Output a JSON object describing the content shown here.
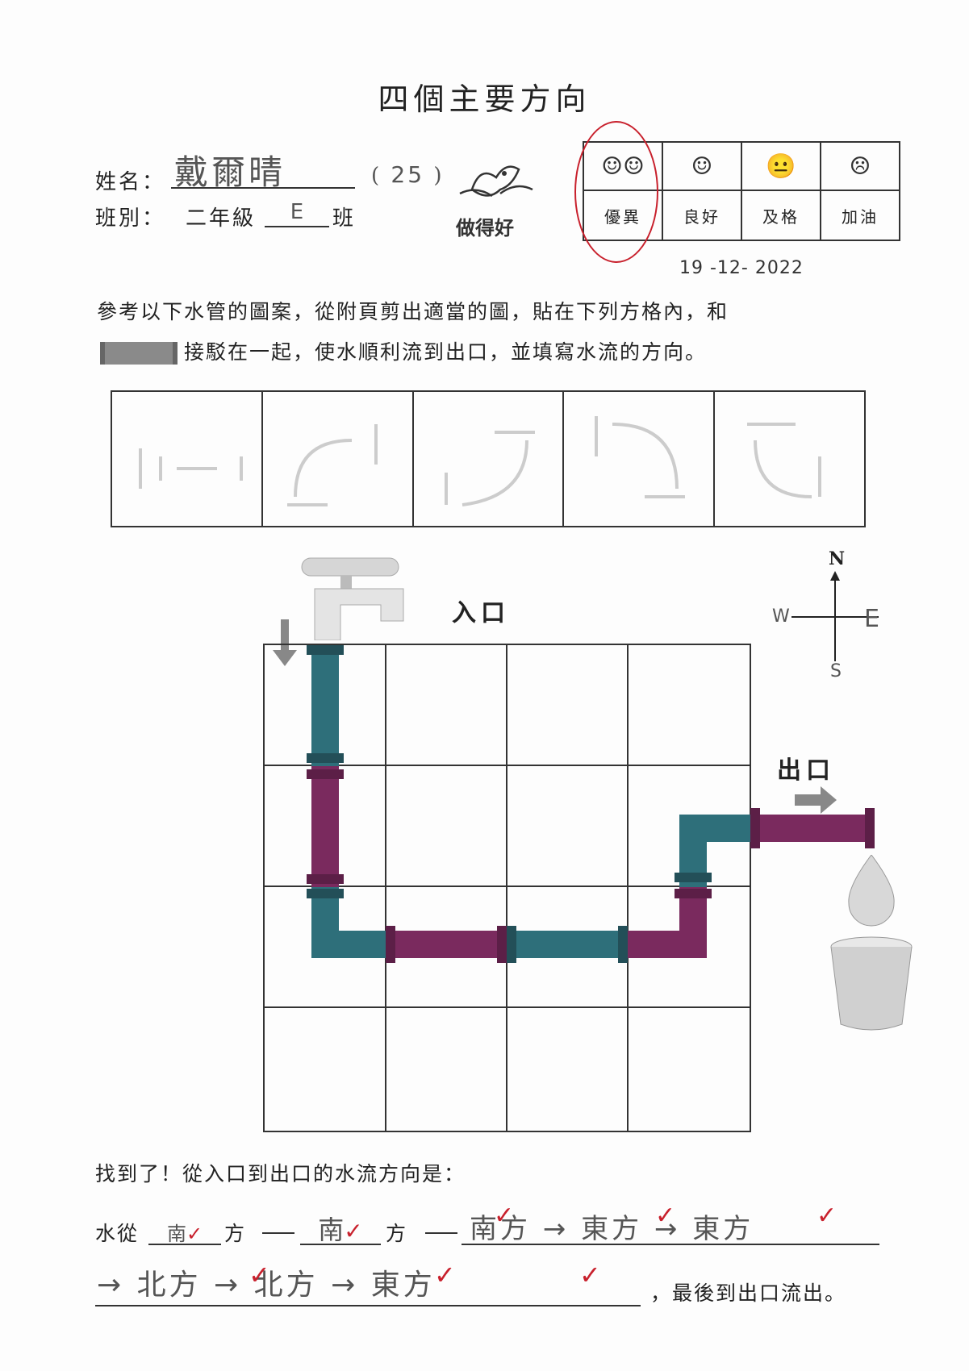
{
  "title": "四個主要方向",
  "student": {
    "name_label": "姓名：",
    "name_value": "戴爾晴",
    "number": "25",
    "class_label": "班別：",
    "grade": "二年級",
    "class_value": "E",
    "class_suffix": "班"
  },
  "stamp": "做得好",
  "rating": {
    "levels": [
      "優異",
      "良好",
      "及格",
      "加油"
    ],
    "selected": "優異"
  },
  "date": "19 -12- 2022",
  "instructions": {
    "line1": "參考以下水管的圖案，從附頁剪出適當的圖，貼在下列方格內，和",
    "line2": "接駁在一起，使水順利流到出口，並填寫水流的方向。"
  },
  "diagram": {
    "entrance": "入口",
    "exit": "出口",
    "compass": {
      "n": "N",
      "e": "E",
      "s": "S",
      "w": "W"
    },
    "colors": {
      "teal": "#2e6f7a",
      "purple": "#7a2a5e",
      "grid": "#333333"
    }
  },
  "answer": {
    "prompt": "找到了！從入口到出口的水流方向是：",
    "start": "水從",
    "dir1": "南",
    "fang": "方",
    "dir2": "南",
    "line1_rest": "南方 → 東方 → 東方",
    "line2_rest": "→ 北方 → 北方 → 東方",
    "ending": "，最後到出口流出。"
  }
}
